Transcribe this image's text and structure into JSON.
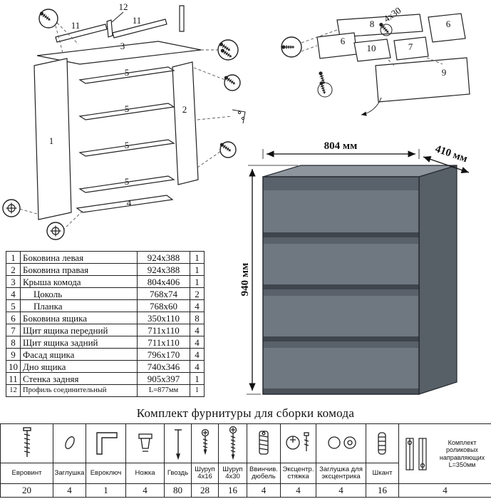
{
  "colors": {
    "front": "#6f7780",
    "front_shade": "#59616a",
    "side": "#575f67",
    "top": "#8e959c",
    "gap": "#3e454d",
    "base": "#4a5158"
  },
  "frame_diagram": {
    "labels": [
      "12",
      "11",
      "11",
      "3",
      "5",
      "5",
      "5",
      "5",
      "2",
      "1",
      "4"
    ]
  },
  "drawer_diagram": {
    "labels": [
      "8",
      "6",
      "6",
      "7",
      "10",
      "9"
    ],
    "screw_note": "4x30"
  },
  "dimensions": {
    "width": "804 мм",
    "depth": "410 мм",
    "height": "940 мм"
  },
  "parts_table": {
    "rows": [
      {
        "num": "1",
        "name": "Боковина левая",
        "size": "924x388",
        "qty": "1"
      },
      {
        "num": "2",
        "name": "Боковина правая",
        "size": "924x388",
        "qty": "1"
      },
      {
        "num": "3",
        "name": "Крыша комода",
        "size": "804x406",
        "qty": "1"
      },
      {
        "num": "4",
        "name": "Цоколь",
        "size": "768x74",
        "qty": "2"
      },
      {
        "num": "5",
        "name": "Планка",
        "size": "768x60",
        "qty": "4"
      },
      {
        "num": "6",
        "name": "Боковина ящика",
        "size": "350x110",
        "qty": "8"
      },
      {
        "num": "7",
        "name": "Щит ящика передний",
        "size": "711x110",
        "qty": "4"
      },
      {
        "num": "8",
        "name": "Щит ящика задний",
        "size": "711x110",
        "qty": "4"
      },
      {
        "num": "9",
        "name": "Фасад ящика",
        "size": "796x170",
        "qty": "4"
      },
      {
        "num": "10",
        "name": "Дно ящика",
        "size": "740x346",
        "qty": "4"
      },
      {
        "num": "11",
        "name": "Стенка задняя",
        "size": "905x397",
        "qty": "1"
      },
      {
        "num": "12",
        "name": "Профиль соединительный",
        "size": "L=877мм",
        "qty": "1"
      }
    ]
  },
  "hardware": {
    "title": "Комплект фурнитуры для сборки комода",
    "items": [
      {
        "name": "Евровинт",
        "qty": "20"
      },
      {
        "name": "Заглушка",
        "qty": "4"
      },
      {
        "name": "Евроключ",
        "qty": "1"
      },
      {
        "name": "Ножка",
        "qty": "4"
      },
      {
        "name": "Гвоздь",
        "qty": "80"
      },
      {
        "name": "Шуруп 4х16",
        "qty": "28"
      },
      {
        "name": "Шуруп 4х30",
        "qty": "16"
      },
      {
        "name": "Ввинчив. дюбель",
        "qty": "4"
      },
      {
        "name": "Эксцентр. стяжка",
        "qty": "4"
      },
      {
        "name": "Заглушка для эксцентрика",
        "qty": "4"
      },
      {
        "name": "Шкант",
        "qty": "16"
      },
      {
        "name": "Комплект роликовых направляющих L=350мм",
        "qty": "4"
      }
    ]
  }
}
